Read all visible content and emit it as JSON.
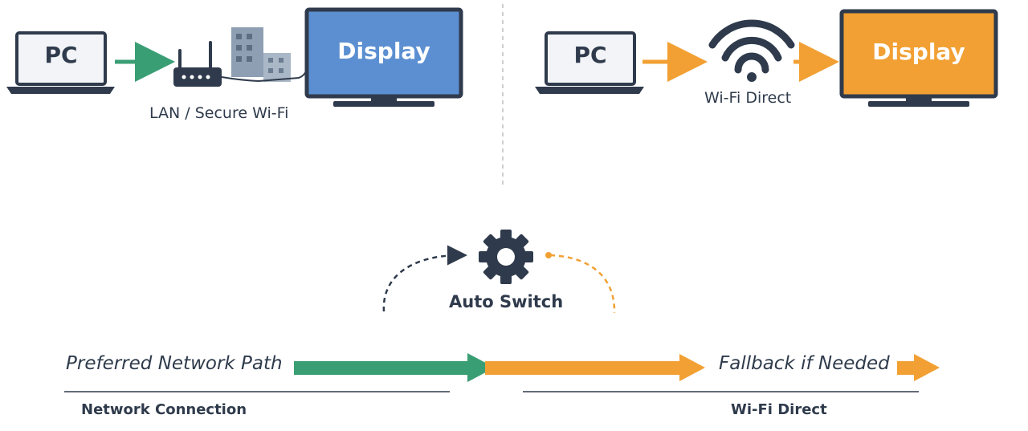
{
  "left_setup": {
    "pc_label": "PC",
    "display_label": "Display",
    "connection_label": "LAN / Secure Wi-Fi",
    "accent_color": "#3a9e74",
    "display_color": "#5b8fd1"
  },
  "right_setup": {
    "pc_label": "PC",
    "display_label": "Display",
    "connection_label": "Wi-Fi Direct",
    "accent_color": "#f2a033",
    "display_color": "#f2a033"
  },
  "switch": {
    "label": "Auto Switch",
    "icon": "gear-icon"
  },
  "path": {
    "preferred_label": "Preferred Network Path",
    "fallback_label": "Fallback if Needed",
    "left_caption": "Network Connection",
    "right_caption": "Wi-Fi Direct"
  },
  "colors": {
    "outline": "#2f3b4c",
    "green": "#3a9e74",
    "orange": "#f2a033",
    "building": "#8e9fb3",
    "divider": "#cfcfcf"
  }
}
